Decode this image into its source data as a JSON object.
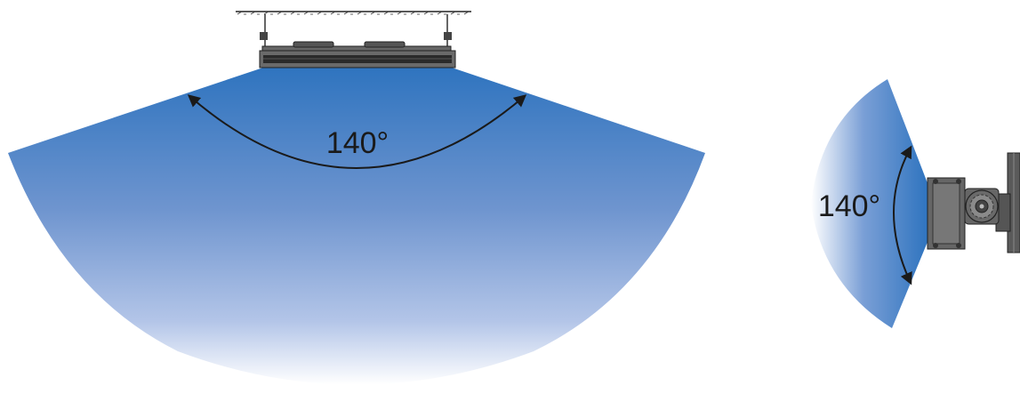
{
  "diagrams": {
    "front_view": {
      "angle_label": "140°",
      "beam_angle_deg": 140
    },
    "side_view": {
      "angle_label": "140°",
      "beam_angle_deg": 140
    }
  },
  "colors": {
    "beam_top": "#2f74bf",
    "beam_mid": "#7fa0d4",
    "beam_bottom": "#ffffff",
    "heater_body": "#555555",
    "heater_dark": "#2a2a2a",
    "arrow": "#1a1a1a"
  }
}
